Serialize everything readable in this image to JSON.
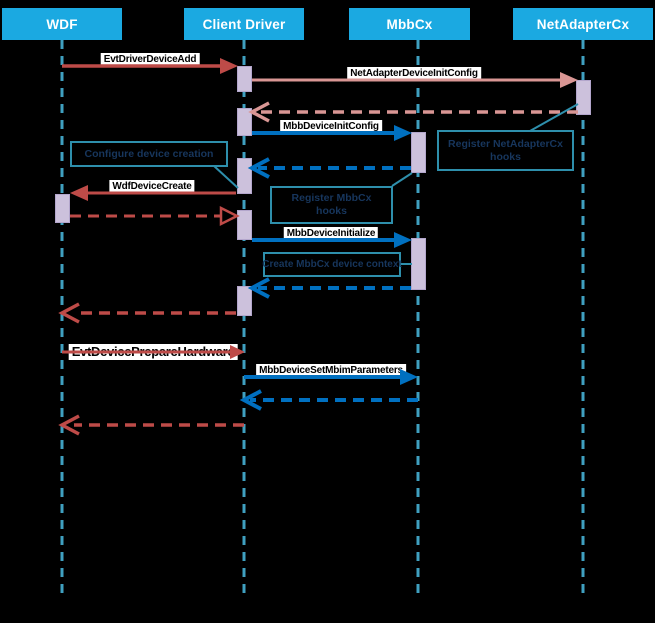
{
  "diagram": {
    "actors": [
      {
        "name": "WDF"
      },
      {
        "name": "Client Driver"
      },
      {
        "name": "MbbCx"
      },
      {
        "name": "NetAdapterCx"
      }
    ],
    "messages": [
      {
        "label": "EvtDriverDeviceAdd"
      },
      {
        "label": "NetAdapterDeviceInitConfig"
      },
      {
        "label": "MbbDeviceInitConfig"
      },
      {
        "label": "WdfDeviceCreate"
      },
      {
        "label": "MbbDeviceInitialize"
      },
      {
        "label": "EvtDevicePrepareHardware"
      },
      {
        "label": "MbbDeviceSetMbimParameters"
      }
    ],
    "notes": [
      {
        "text": "Configure device creation"
      },
      {
        "text": "Register NetAdapterCx hooks"
      },
      {
        "text": "Register MbbCx hooks"
      },
      {
        "text": "Create MbbCx device context"
      }
    ],
    "colors": {
      "background": "#000000",
      "actor_header": "#1BA9E1",
      "lifeline": "#3FA0C0",
      "call_red": "#BE4B48",
      "call_salmon": "#D99694",
      "call_blue": "#0070C0",
      "activation_fill": "#CCC1DC",
      "note_border": "#2E8FAC",
      "label_bg": "#FFFFFF",
      "label_text": "#000000"
    }
  }
}
